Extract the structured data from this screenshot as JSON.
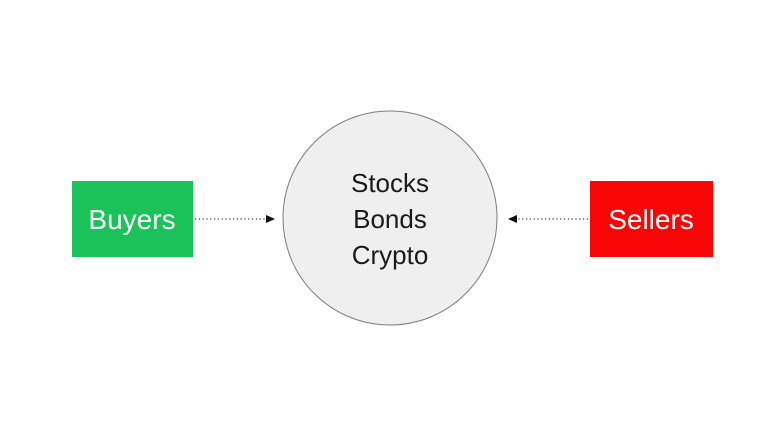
{
  "canvas": {
    "background": "#ffffff"
  },
  "nodes": {
    "buyers": {
      "label": "Buyers",
      "fill": "#1BC25A",
      "text_color": "#ffffff"
    },
    "sellers": {
      "label": "Sellers",
      "fill": "#F80606",
      "text_color": "#ffffff"
    },
    "market": {
      "lines": [
        "Stocks",
        "Bonds",
        "Crypto"
      ],
      "fill": "#EFEFEF",
      "border_color": "#7d7d7d",
      "text_color": "#1a1a1a"
    }
  },
  "edges": {
    "buyers_to_market": {
      "style": "dotted-arrow",
      "direction": "right"
    },
    "sellers_to_market": {
      "style": "dotted-arrow",
      "direction": "left"
    }
  }
}
